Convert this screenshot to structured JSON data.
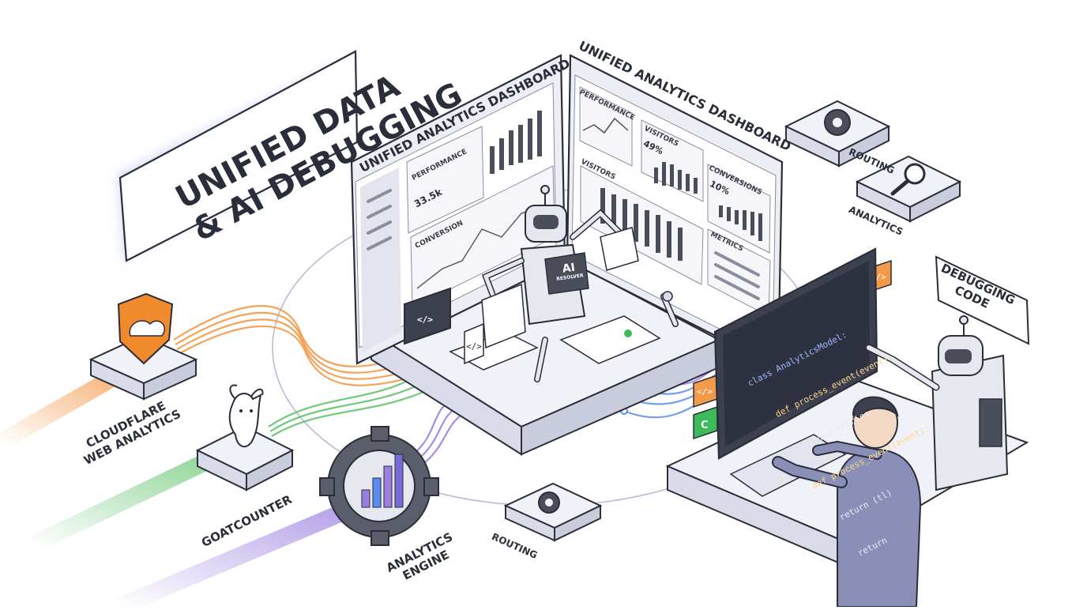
{
  "title_lines": [
    "UNIFIED DATA",
    "& AI DEBUGGING"
  ],
  "dashboards": {
    "left_title": "UNIFIED ANALYTICS DASHBOARD",
    "right_title": "UNIFIED ANALYTICS DASHBOARD",
    "left_panels": {
      "performance": "PERFORMANCE",
      "performance_value": "33.5k",
      "conversion": "CONVERSION"
    },
    "right_panels": {
      "performance": "PERFORMANCE",
      "visitors_top": "VISITORS",
      "visitors_top_value": "49%",
      "visitors": "VISITORS",
      "conversions": "CONVERSIONS",
      "conversions_value": "10%",
      "metrics": "METRICS"
    }
  },
  "robot_badge": [
    "AI",
    "RESOLVER"
  ],
  "sources": {
    "cloudflare": [
      "CLOUDFLARE",
      "WEB ANALYTICS"
    ],
    "goatcounter": "GOATCOUNTER",
    "engine": [
      "ANALYTICS",
      "ENGINE"
    ]
  },
  "side_labels": {
    "routing_top": "ROUTING",
    "analytics": "ANALYTICS",
    "routing_bottom": "ROUTING",
    "debugging": [
      "DEBUGGING",
      "CODE"
    ]
  },
  "code_lines": [
    "class AnalyticsModel:",
    "  def process_event(event):",
    "    return metrics",
    "  def process_event(event):",
    "    return (tl)",
    "    return"
  ],
  "icons": [
    "code-icon",
    "gear-icon",
    "magnifier-icon",
    "shield-cloud-icon",
    "goat-icon",
    "gear-chart-icon"
  ],
  "colors": {
    "orange": "#f39a4a",
    "green": "#62c46e",
    "purple": "#9b7fe0",
    "blue": "#5b8df0",
    "accent_red": "#e8735a",
    "accent_green": "#3dbb5a"
  }
}
